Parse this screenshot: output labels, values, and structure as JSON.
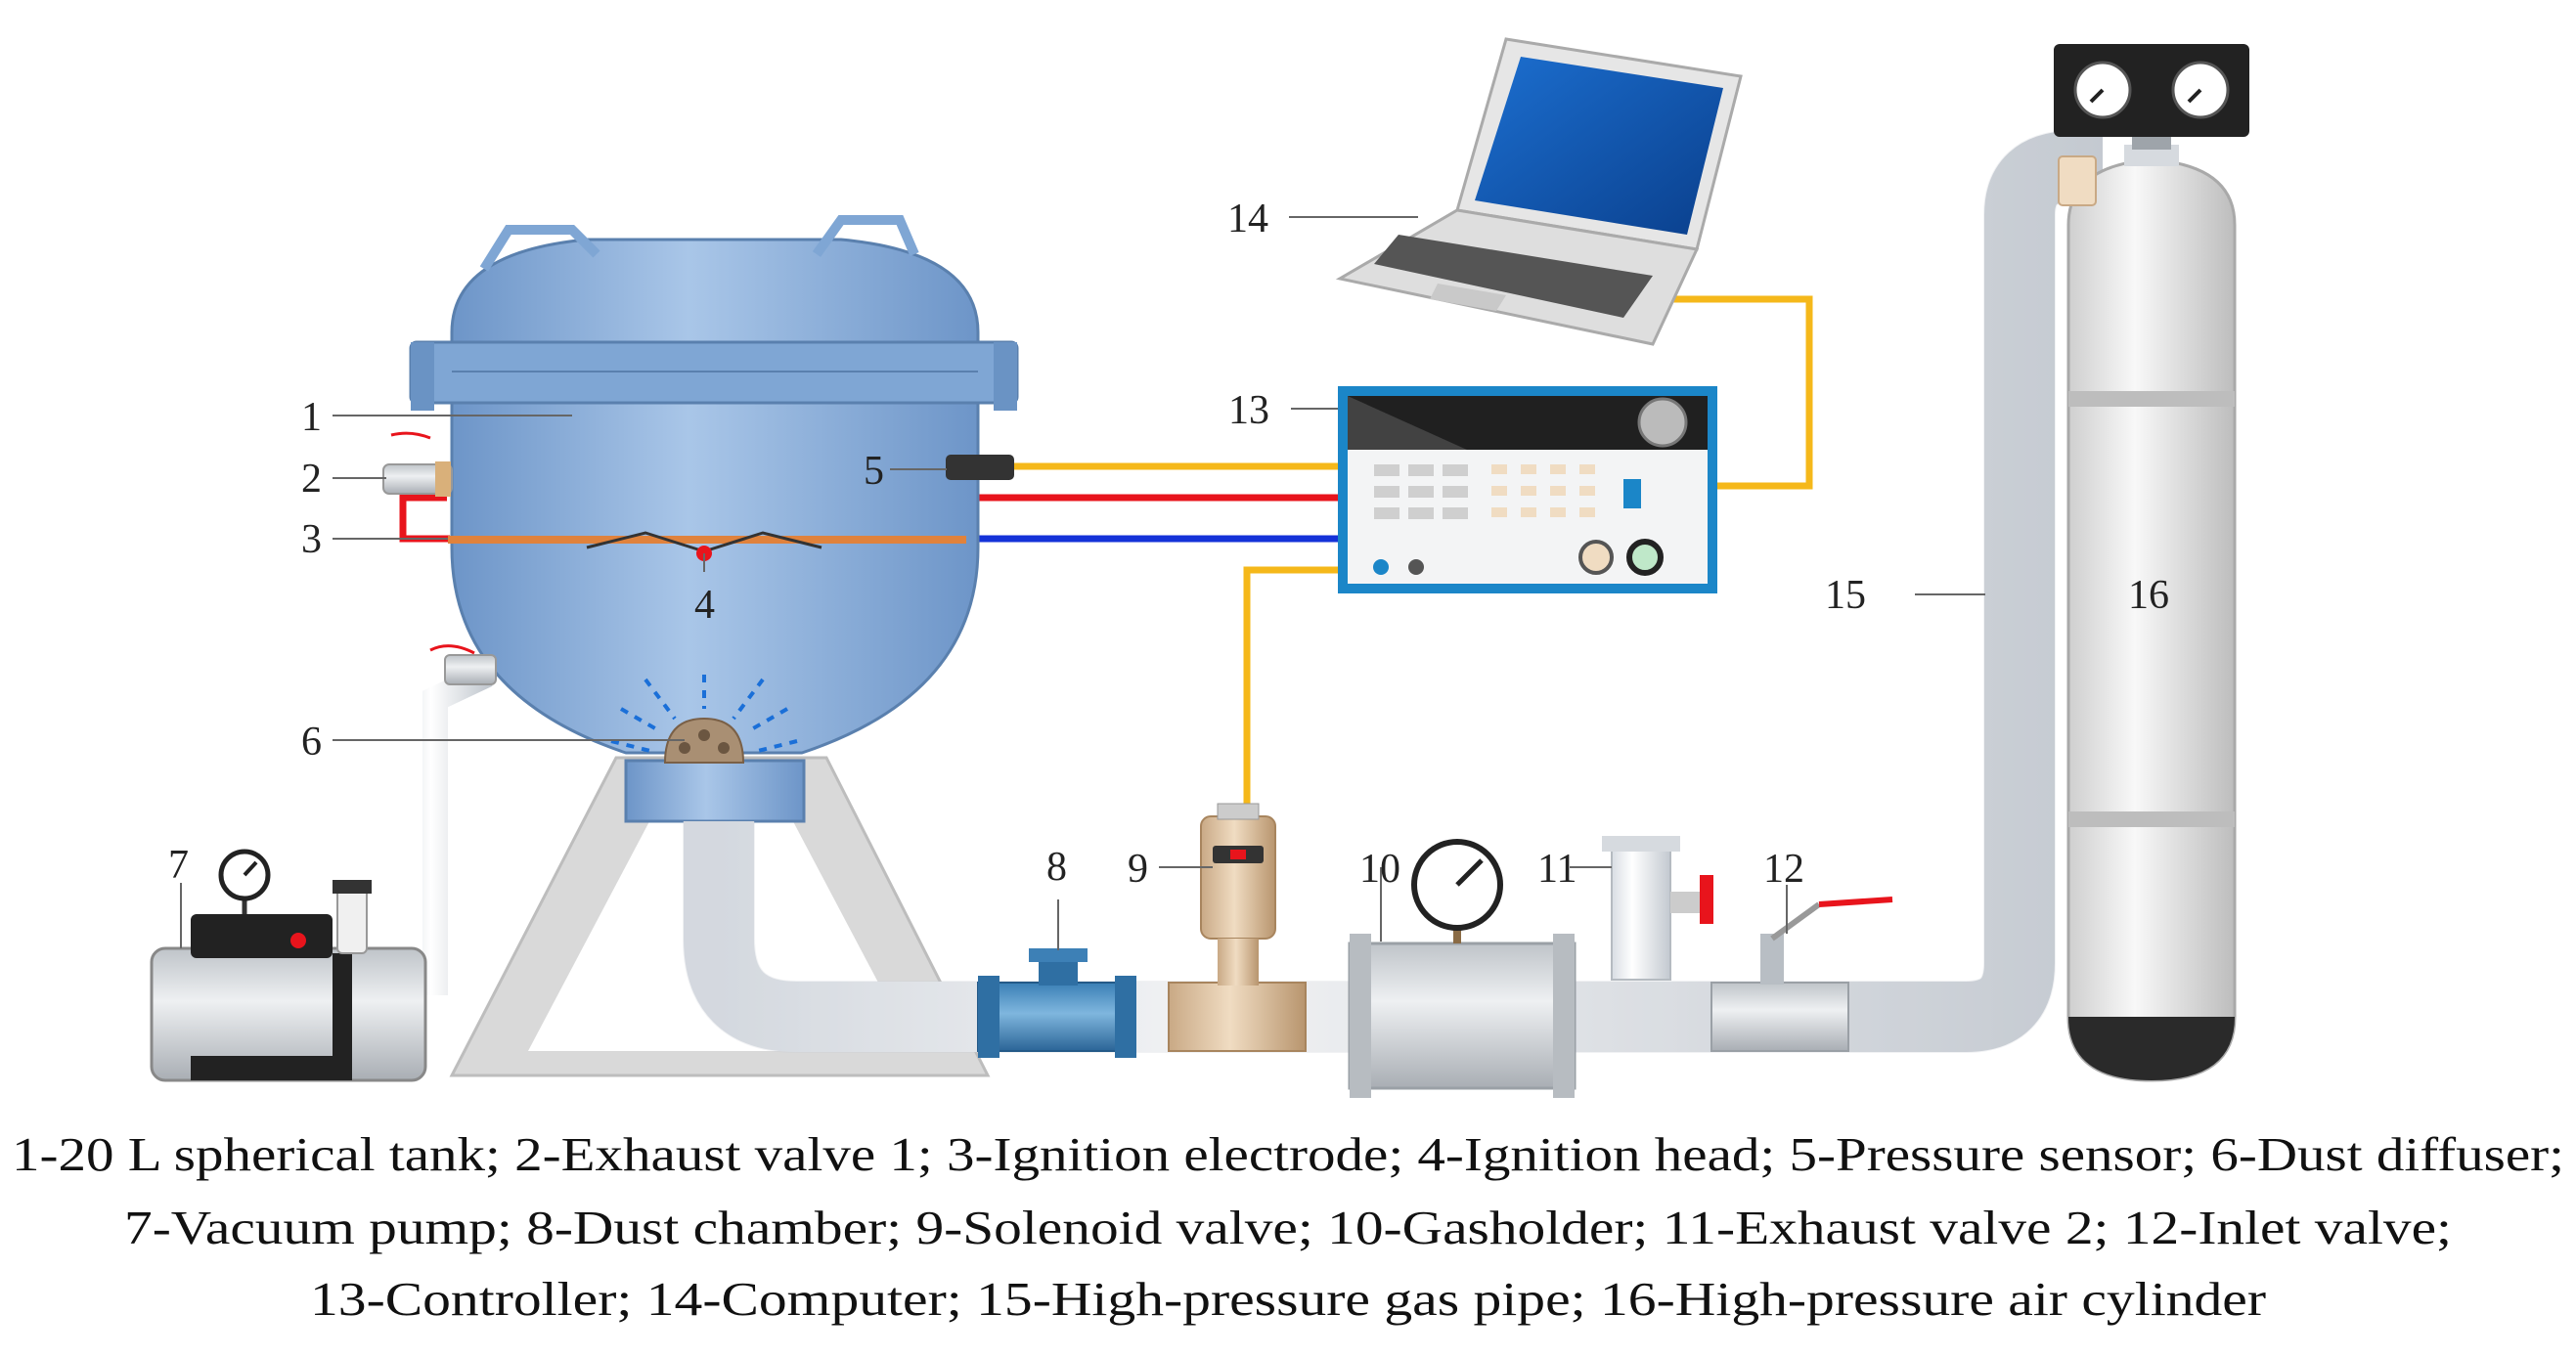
{
  "labels": {
    "l1": "1",
    "l2": "2",
    "l3": "3",
    "l4": "4",
    "l5": "5",
    "l6": "6",
    "l7": "7",
    "l8": "8",
    "l9": "9",
    "l10": "10",
    "l11": "11",
    "l12": "12",
    "l13": "13",
    "l14": "14",
    "l15": "15",
    "l16": "16"
  },
  "caption": {
    "line1": "1-20 L spherical tank; 2-Exhaust valve 1; 3-Ignition electrode; 4-Ignition head; 5-Pressure sensor; 6-Dust diffuser;",
    "line2": "7-Vacuum pump; 8-Dust chamber; 9-Solenoid valve; 10-Gasholder; 11-Exhaust valve 2; 12-Inlet valve;",
    "line3": "13-Controller; 14-Computer; 15-High-pressure gas pipe; 16-High-pressure air cylinder"
  },
  "colors": {
    "signal_wire": "#f5b81a",
    "red_wire": "#e8141c",
    "blue_wire": "#1432d8",
    "tank": "#8fb4de",
    "controller_frame": "#1b86c8",
    "cylinder": "#e6e6e6",
    "cylinder_base": "#2a2a2a"
  }
}
